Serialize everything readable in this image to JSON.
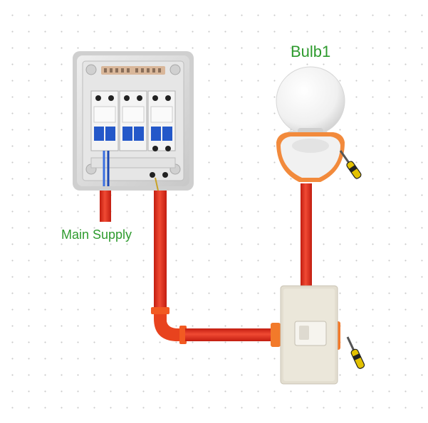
{
  "labels": {
    "bulb": "Bulb1",
    "supply": "Main Supply"
  },
  "colors": {
    "label_green": "#2e9b2e",
    "conduit_red": "#e8301e",
    "breaker_blue": "#2458c9",
    "enclosure_gray": "#dcdcdc",
    "switch_plate": "#ebe7da"
  },
  "icons": {
    "breaker": "miniature-circuit-breaker",
    "bulb": "light-bulb",
    "switch": "wall-switch",
    "tool": "screwdriver-icon"
  }
}
